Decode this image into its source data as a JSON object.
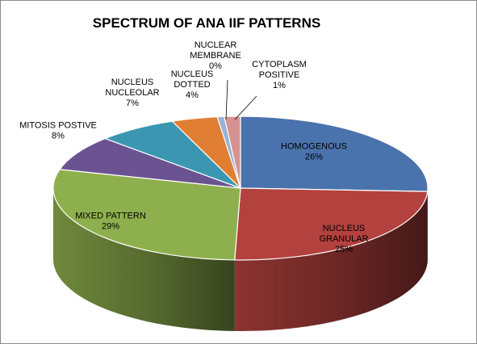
{
  "chart_data": {
    "type": "pie",
    "title": "SPECTRUM OF  ANA IIF PATTERNS",
    "slices": [
      {
        "label": [
          "HOMOGENOUS"
        ],
        "percent_label": "26%",
        "value": 26,
        "color": "#4a73ad"
      },
      {
        "label": [
          "NUCLEUS",
          "GRANULAR"
        ],
        "percent_label": "25%",
        "value": 25,
        "color": "#b3413e"
      },
      {
        "label": [
          "MIXED PATTERN"
        ],
        "percent_label": "29%",
        "value": 29,
        "color": "#8eaf4d"
      },
      {
        "label": [
          "MITOSIS POSTIVE"
        ],
        "percent_label": "8%",
        "value": 8,
        "color": "#6b5391"
      },
      {
        "label": [
          "NUCLEUS",
          "NUCLEOLAR"
        ],
        "percent_label": "7%",
        "value": 7,
        "color": "#3b97b1"
      },
      {
        "label": [
          "NUCLEUS",
          "DOTTED"
        ],
        "percent_label": "4%",
        "value": 4,
        "color": "#e07f33"
      },
      {
        "label": [
          "NUCLEAR",
          "MEMBRANE"
        ],
        "percent_label": "0%",
        "value": 0.6,
        "color": "#97b2d6"
      },
      {
        "label": [
          "CYTOPLASM",
          "POSITIVE"
        ],
        "percent_label": "1%",
        "value": 1.4,
        "color": "#d69291"
      }
    ]
  }
}
